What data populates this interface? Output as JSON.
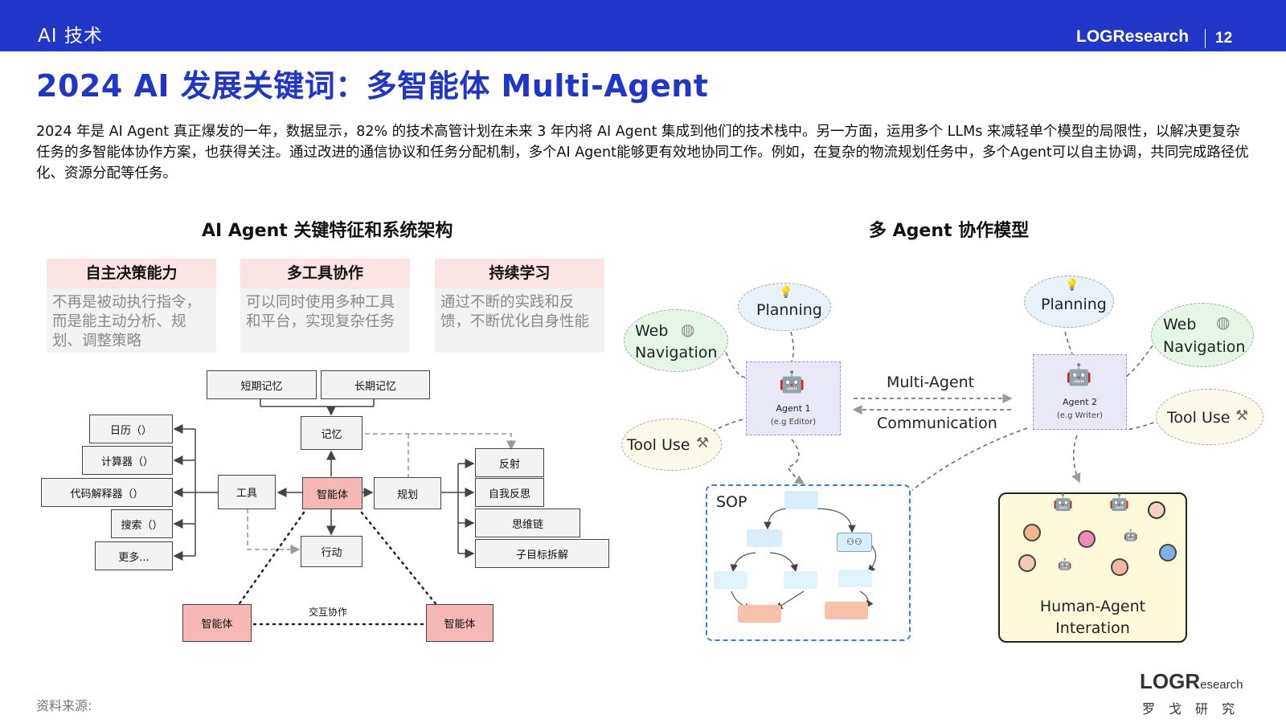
{
  "header": {
    "section_label": "AI 技术",
    "brand": "LOGResearch",
    "page_number": "12"
  },
  "title": "2024 AI 发展关键词：多智能体 Multi-Agent",
  "paragraph": "2024 年是 AI Agent 真正爆发的一年，数据显示，82% 的技术高管计划在未来 3 年内将 AI Agent 集成到他们的技术栈中。另一方面，运用多个 LLMs 来减轻单个模型的局限性，以解决更复杂任务的多智能体协作方案，也获得关注。通过改进的通信协议和任务分配机制，多个AI Agent能够更有效地协同工作。例如，在复杂的物流规划任务中，多个Agent可以自主协调，共同完成路径优化、资源分配等任务。",
  "left_panel": {
    "title": "AI Agent 关键特征和系统架构",
    "cards": [
      {
        "title": "自主决策能力",
        "body": "不再是被动执行指令，而是能主动分析、规划、调整策略"
      },
      {
        "title": "多工具协作",
        "body": "可以同时使用多种工具和平台，实现复杂任务"
      },
      {
        "title": "持续学习",
        "body": "通过不断的实践和反馈，不断优化自身性能"
      }
    ],
    "diagram": {
      "short_memory": "短期记忆",
      "long_memory": "长期记忆",
      "memory": "记忆",
      "tools": "工具",
      "agent": "智能体",
      "planning": "规划",
      "action": "行动",
      "calendar": "日历（）",
      "calculator": "计算器（）",
      "code_interpreter": "代码解释器（）",
      "search": "搜索（）",
      "more": "更多...",
      "reflection": "反射",
      "self_critique": "自我反思",
      "chain_of_thought": "思维链",
      "subgoal": "子目标拆解",
      "agent_left": "智能体",
      "agent_right": "智能体",
      "interaction": "交互协作"
    }
  },
  "right_panel": {
    "title": "多 Agent 协作模型",
    "planning_1": "Planning",
    "web_1_line1": "Web",
    "web_1_line2": "Navigation",
    "tool_1": "Tool  Use",
    "agent1_title": "Agent 1",
    "agent1_sub": "(e.g Editor)",
    "comm_top": "Multi-Agent",
    "comm_bottom": "Communication",
    "planning_2": "Planning",
    "web_2_line1": "Web",
    "web_2_line2": "Navigation",
    "tool_2": "Tool  Use",
    "agent2_title": "Agent 2",
    "agent2_sub": "(e.g Writer)",
    "sop_label": "SOP",
    "human_line1": "Human-Agent",
    "human_line2": "Interation"
  },
  "footer": {
    "source": "资料来源:",
    "logo_text": "LOGR",
    "logo_suffix": "esearch",
    "logo_cn": "罗戈研究"
  },
  "colors": {
    "brand_blue": "#1f36c8",
    "card_header_pink": "#fbe4e4",
    "agent_pink": "#f6b7b7",
    "sop_border": "#3b7de0",
    "human_bg": "#fdf9d9"
  }
}
